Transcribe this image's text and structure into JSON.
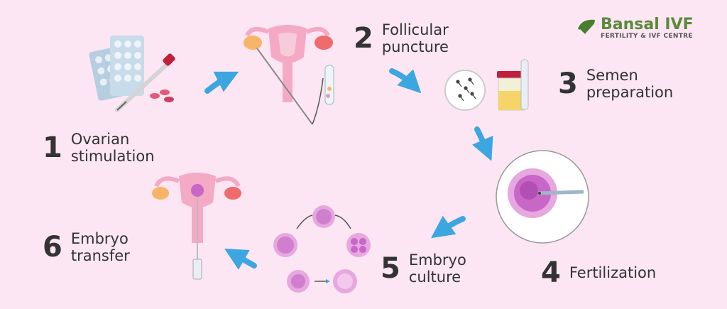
{
  "logo": {
    "brand": "Bansal IVF",
    "tagline": "FERTILITY & IVF CENTRE"
  },
  "steps": [
    {
      "number": "1",
      "label": "Ovarian\nstimulation",
      "icon": "medication-syringe-icon"
    },
    {
      "number": "2",
      "label": "Follicular\npuncture",
      "icon": "uterus-puncture-icon"
    },
    {
      "number": "3",
      "label": "Semen\npreparation",
      "icon": "semen-sample-icon"
    },
    {
      "number": "4",
      "label": "Fertilization",
      "icon": "egg-injection-icon"
    },
    {
      "number": "5",
      "label": "Embryo\nculture",
      "icon": "embryo-culture-icon"
    },
    {
      "number": "6",
      "label": "Embryo\ntransfer",
      "icon": "uterus-transfer-icon"
    }
  ],
  "colors": {
    "background": "#fce6f3",
    "arrow": "#3ba6df",
    "uterus": "#f4a9c4",
    "cell": "#c867c8",
    "brand": "#5a8a3a"
  }
}
